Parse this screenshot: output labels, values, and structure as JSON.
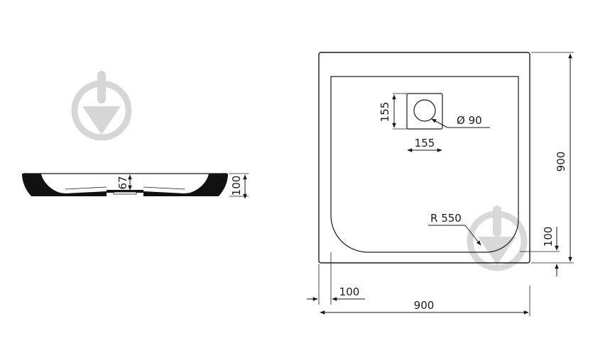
{
  "side_view": {
    "depth_label": "67",
    "height_label": "100"
  },
  "top_view": {
    "drain_height_label": "155",
    "drain_diameter_label": "Ø 90",
    "drain_width_label": "155",
    "radius_label": "R 550",
    "overall_height_label": "900",
    "bottom_offset_label": "100",
    "left_offset_label": "100",
    "overall_width_label": "900"
  },
  "colors": {
    "line": "#1a1a1a",
    "watermark": "#d2d2d2"
  },
  "icons": {
    "watermark": "location-pin-watermark-icon"
  }
}
